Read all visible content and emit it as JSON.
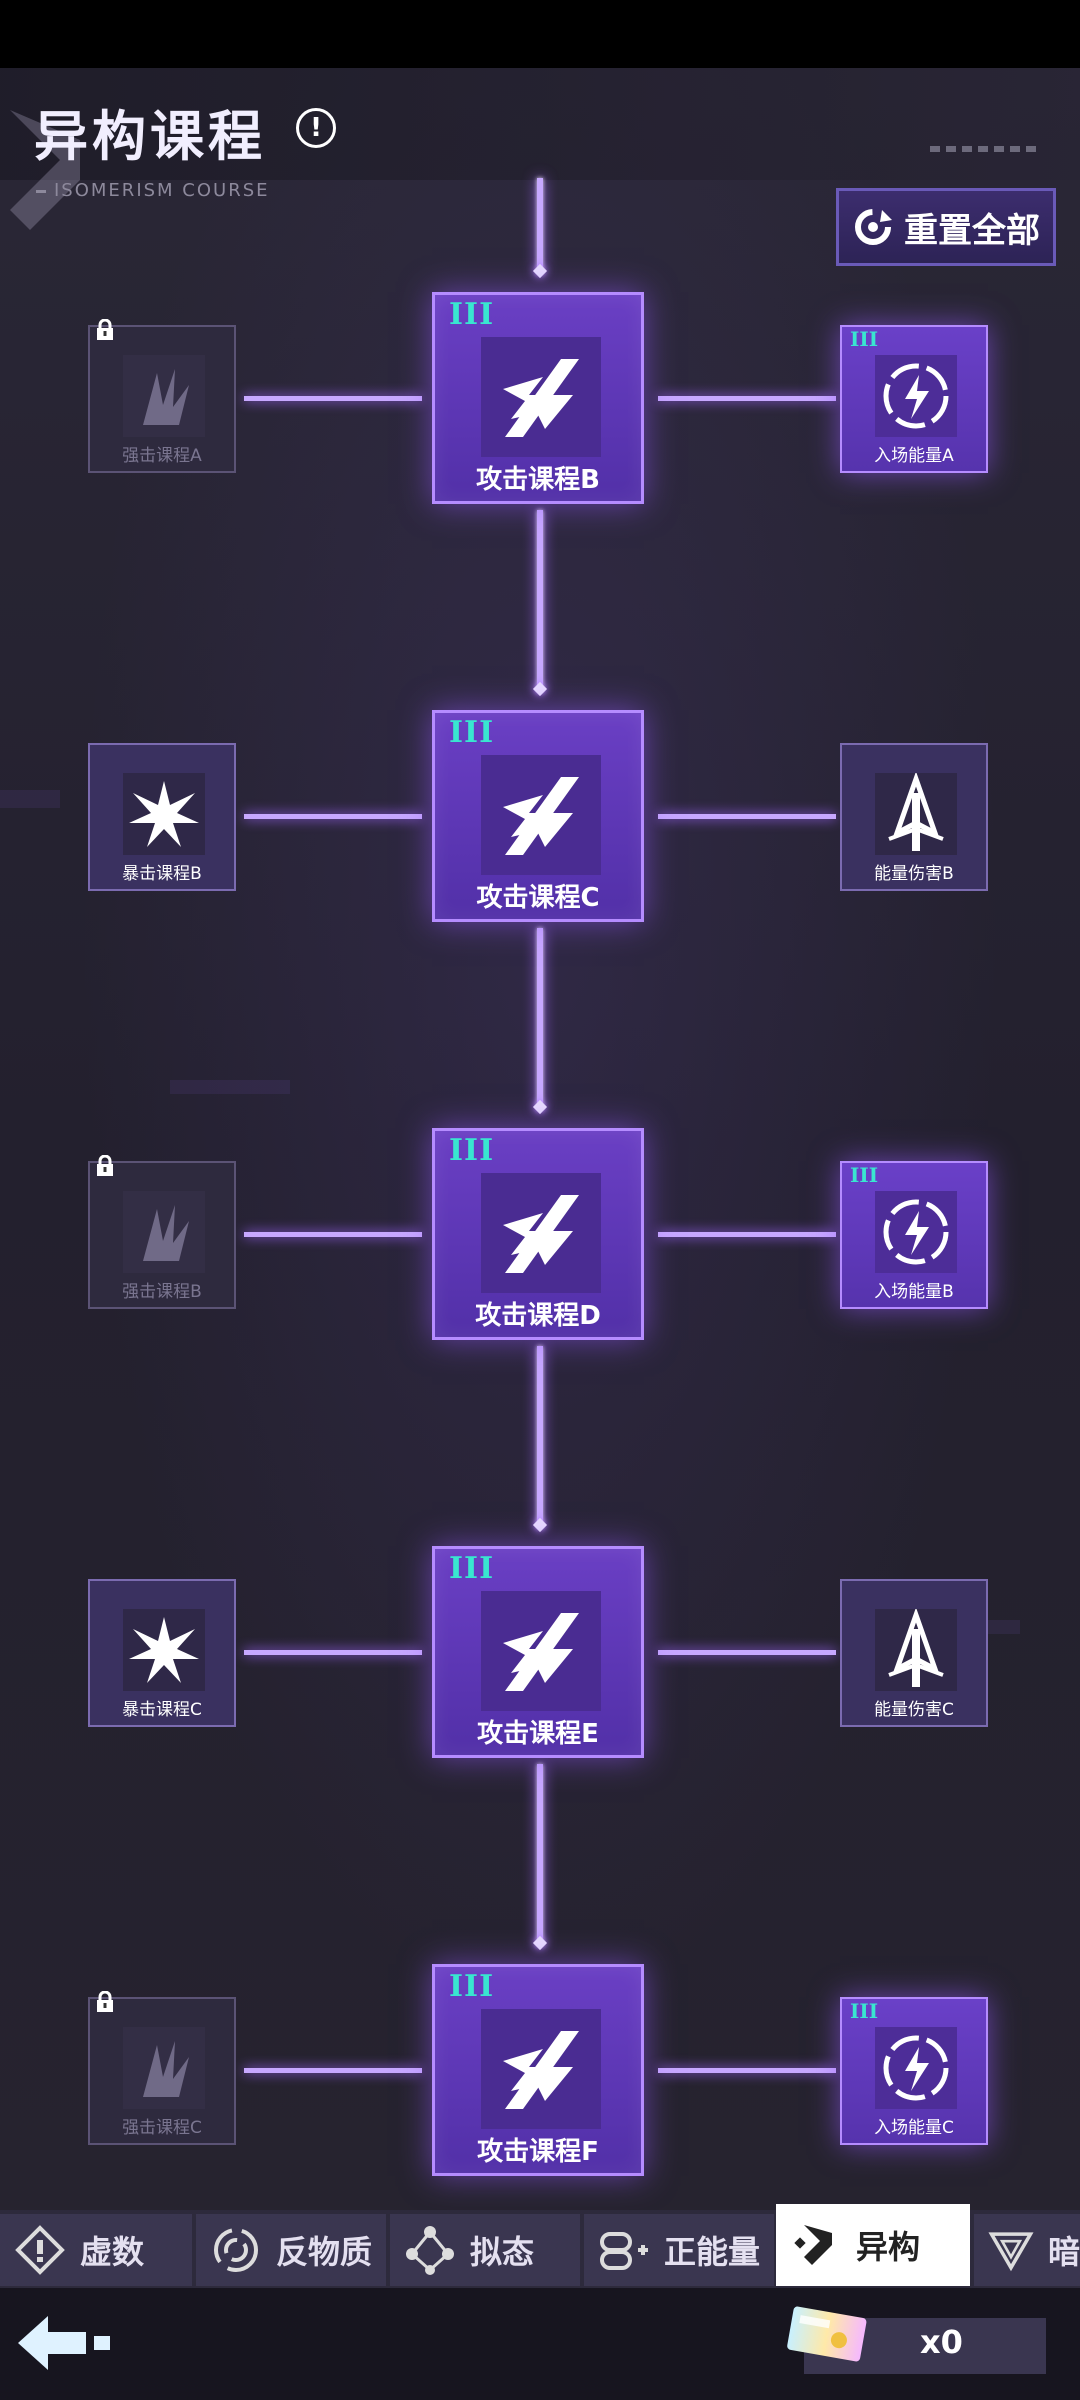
{
  "header": {
    "title": "异构课程",
    "subtitle": "ISOMERISM COURSE",
    "reset_label": "重置全部"
  },
  "tree": {
    "rows": [
      {
        "main": {
          "tier": "III",
          "label": "攻击课程B"
        },
        "left": {
          "label": "强击课程A",
          "state": "locked"
        },
        "right": {
          "label": "入场能量A",
          "tier": "III",
          "state": "active"
        }
      },
      {
        "main": {
          "tier": "III",
          "label": "攻击课程C"
        },
        "left": {
          "label": "暴击课程B",
          "state": "available"
        },
        "right": {
          "label": "能量伤害B",
          "state": "available"
        }
      },
      {
        "main": {
          "tier": "III",
          "label": "攻击课程D"
        },
        "left": {
          "label": "强击课程B",
          "state": "locked"
        },
        "right": {
          "label": "入场能量B",
          "tier": "III",
          "state": "active"
        }
      },
      {
        "main": {
          "tier": "III",
          "label": "攻击课程E"
        },
        "left": {
          "label": "暴击课程C",
          "state": "available"
        },
        "right": {
          "label": "能量伤害C",
          "state": "available"
        }
      },
      {
        "main": {
          "tier": "III",
          "label": "攻击课程F"
        },
        "left": {
          "label": "强击课程C",
          "state": "locked"
        },
        "right": {
          "label": "入场能量C",
          "tier": "III",
          "state": "active"
        }
      }
    ]
  },
  "tabs": [
    {
      "label": "虚数",
      "icon": "diamond-icon"
    },
    {
      "label": "反物质",
      "icon": "swirl-icon"
    },
    {
      "label": "拟态",
      "icon": "network-icon"
    },
    {
      "label": "正能量",
      "icon": "plus-energy-icon"
    },
    {
      "label": "异构",
      "icon": "isomer-icon",
      "active": true
    },
    {
      "label": "暗",
      "icon": "triangle-icon"
    }
  ],
  "footer": {
    "ticket_count": "x0"
  },
  "colors": {
    "accent": "#b58cff",
    "tier": "#39e6d0",
    "node": "#5a35b4"
  }
}
